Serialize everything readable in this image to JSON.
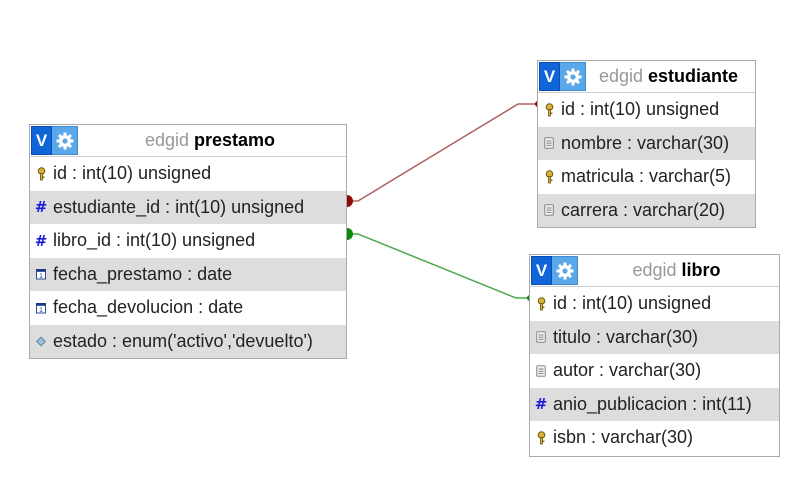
{
  "colors": {
    "link_red": "#b06060",
    "link_green": "#4caa4c",
    "dot_red": "#8b0a0a",
    "dot_green": "#0a8a0a",
    "header_v": "#1066d8",
    "header_gear": "#5aa7ea",
    "alt_row": "#dddddd"
  },
  "tables": {
    "prestamo": {
      "db": "edgid",
      "name": "prestamo",
      "v_label": "V",
      "columns": [
        {
          "text": "id : int(10) unsigned",
          "icon": "key-icon"
        },
        {
          "text": "estudiante_id : int(10) unsigned",
          "icon": "hash-icon"
        },
        {
          "text": "libro_id : int(10) unsigned",
          "icon": "hash-icon"
        },
        {
          "text": "fecha_prestamo : date",
          "icon": "calendar-icon"
        },
        {
          "text": "fecha_devolucion : date",
          "icon": "calendar-icon"
        },
        {
          "text": "estado : enum('activo','devuelto')",
          "icon": "enum-diamond-icon"
        }
      ]
    },
    "estudiante": {
      "db": "edgid",
      "name": "estudiante",
      "v_label": "V",
      "columns": [
        {
          "text": "id : int(10) unsigned",
          "icon": "key-icon"
        },
        {
          "text": "nombre : varchar(30)",
          "icon": "text-field-icon"
        },
        {
          "text": "matricula : varchar(5)",
          "icon": "key-icon"
        },
        {
          "text": "carrera : varchar(20)",
          "icon": "text-field-icon"
        }
      ]
    },
    "libro": {
      "db": "edgid",
      "name": "libro",
      "v_label": "V",
      "columns": [
        {
          "text": "id : int(10) unsigned",
          "icon": "key-icon"
        },
        {
          "text": "titulo : varchar(30)",
          "icon": "text-field-icon"
        },
        {
          "text": "autor : varchar(30)",
          "icon": "text-field-icon"
        },
        {
          "text": "anio_publicacion : int(11)",
          "icon": "hash-icon"
        },
        {
          "text": "isbn : varchar(30)",
          "icon": "key-icon"
        }
      ]
    }
  }
}
